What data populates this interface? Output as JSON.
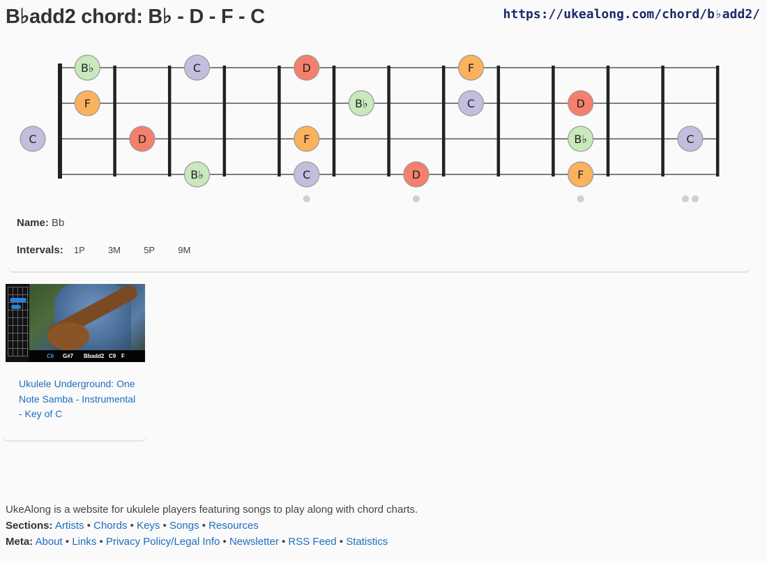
{
  "page": {
    "title": "B♭add2 chord: B♭ - D - F - C",
    "url": "https://ukealong.com/chord/b♭add2/"
  },
  "fretboard": {
    "strings": 4,
    "frets": 12,
    "fret_markers": [
      5,
      7,
      10,
      12
    ],
    "note_colors": {
      "B♭": "#c9e8bc",
      "D": "#f57f6d",
      "F": "#fbb25c",
      "C": "#c2bede"
    },
    "notes": [
      {
        "string": 1,
        "fret": 1,
        "label": "B♭"
      },
      {
        "string": 1,
        "fret": 3,
        "label": "C"
      },
      {
        "string": 1,
        "fret": 5,
        "label": "D"
      },
      {
        "string": 1,
        "fret": 8,
        "label": "F"
      },
      {
        "string": 2,
        "fret": 1,
        "label": "F"
      },
      {
        "string": 2,
        "fret": 6,
        "label": "B♭"
      },
      {
        "string": 2,
        "fret": 8,
        "label": "C"
      },
      {
        "string": 2,
        "fret": 10,
        "label": "D"
      },
      {
        "string": 3,
        "fret": 0,
        "label": "C"
      },
      {
        "string": 3,
        "fret": 2,
        "label": "D"
      },
      {
        "string": 3,
        "fret": 5,
        "label": "F"
      },
      {
        "string": 3,
        "fret": 10,
        "label": "B♭"
      },
      {
        "string": 3,
        "fret": 12,
        "label": "C"
      },
      {
        "string": 4,
        "fret": 3,
        "label": "B♭"
      },
      {
        "string": 4,
        "fret": 5,
        "label": "C"
      },
      {
        "string": 4,
        "fret": 7,
        "label": "D"
      },
      {
        "string": 4,
        "fret": 10,
        "label": "F"
      }
    ]
  },
  "chord_info": {
    "name_label": "Name:",
    "name_value": "Bb",
    "intervals_label": "Intervals:",
    "intervals": [
      "1P",
      "3M",
      "5P",
      "9M"
    ]
  },
  "video": {
    "thumb_chords": [
      "C6",
      "G#7",
      "Bbadd2",
      "C9",
      "F"
    ],
    "title": "Ukulele Underground: One Note Samba - Instrumental - Key of C"
  },
  "footer": {
    "description": "UkeAlong is a website for ukulele players featuring songs to play along with chord charts.",
    "sections_label": "Sections:",
    "sections": [
      "Artists",
      "Chords",
      "Keys",
      "Songs",
      "Resources"
    ],
    "meta_label": "Meta:",
    "meta": [
      "About",
      "Links",
      "Privacy Policy/Legal Info",
      "Newsletter",
      "RSS Feed",
      "Statistics"
    ]
  }
}
